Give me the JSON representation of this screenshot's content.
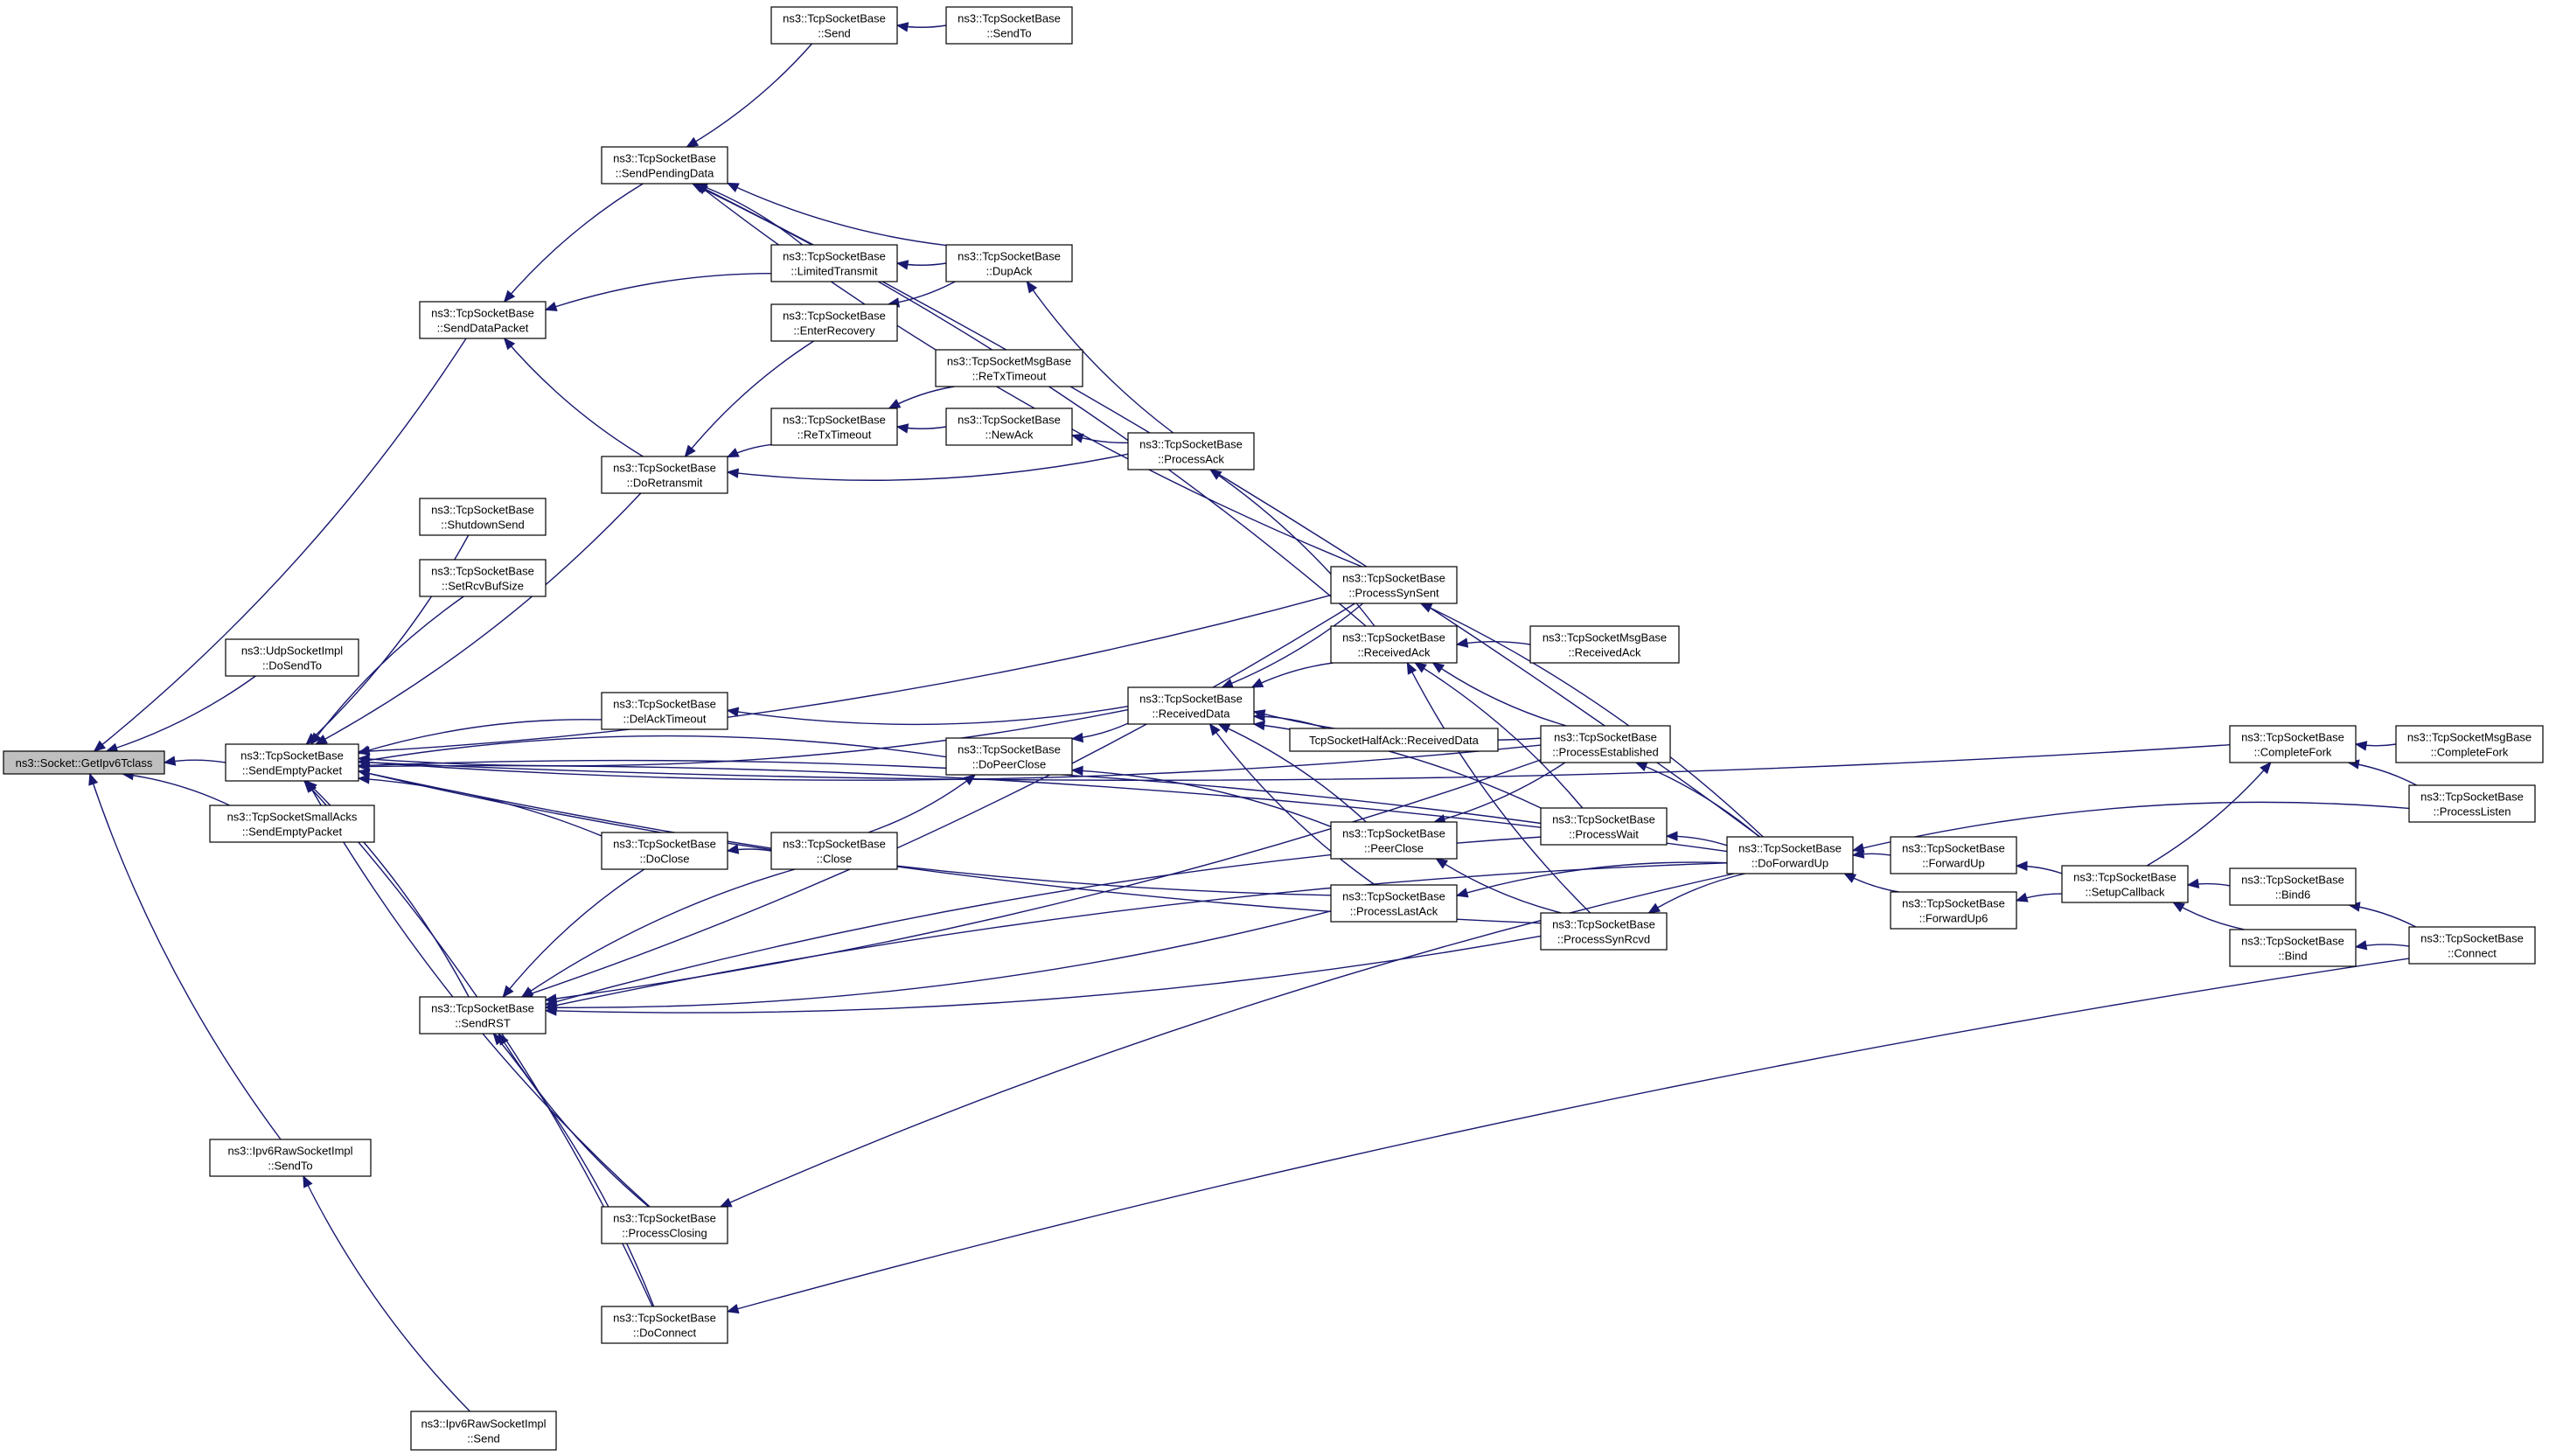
{
  "graph": {
    "colors": {
      "edge": "#191970",
      "node_border": "#000000",
      "root_fill": "#bfbfbf",
      "node_fill": "#ffffff"
    },
    "nodes": [
      {
        "id": "root",
        "lines": [
          "ns3::Socket::GetIpv6Tclass"
        ]
      },
      {
        "id": "udp_dosendto",
        "lines": [
          "ns3::UdpSocketImpl",
          "::DoSendTo"
        ]
      },
      {
        "id": "sendemptypacket",
        "lines": [
          "ns3::TcpSocketBase",
          "::SendEmptyPacket"
        ]
      },
      {
        "id": "smallacks",
        "lines": [
          "ns3::TcpSocketSmallAcks",
          "::SendEmptyPacket"
        ]
      },
      {
        "id": "ipv6raw_sendto",
        "lines": [
          "ns3::Ipv6RawSocketImpl",
          "::SendTo"
        ]
      },
      {
        "id": "ipv6raw_send",
        "lines": [
          "ns3::Ipv6RawSocketImpl",
          "::Send"
        ]
      },
      {
        "id": "senddatapacket",
        "lines": [
          "ns3::TcpSocketBase",
          "::SendDataPacket"
        ]
      },
      {
        "id": "shutdownsend",
        "lines": [
          "ns3::TcpSocketBase",
          "::ShutdownSend"
        ]
      },
      {
        "id": "setrcvbufsize",
        "lines": [
          "ns3::TcpSocketBase",
          "::SetRcvBufSize"
        ]
      },
      {
        "id": "sendrst",
        "lines": [
          "ns3::TcpSocketBase",
          "::SendRST"
        ]
      },
      {
        "id": "sendpendingdata",
        "lines": [
          "ns3::TcpSocketBase",
          "::SendPendingData"
        ]
      },
      {
        "id": "send",
        "lines": [
          "ns3::TcpSocketBase",
          "::Send"
        ]
      },
      {
        "id": "sendto",
        "lines": [
          "ns3::TcpSocketBase",
          "::SendTo"
        ]
      },
      {
        "id": "limitedtransmit",
        "lines": [
          "ns3::TcpSocketBase",
          "::LimitedTransmit"
        ]
      },
      {
        "id": "enterrecovery",
        "lines": [
          "ns3::TcpSocketBase",
          "::EnterRecovery"
        ]
      },
      {
        "id": "retxtimeout",
        "lines": [
          "ns3::TcpSocketBase",
          "::ReTxTimeout"
        ]
      },
      {
        "id": "doretransmit",
        "lines": [
          "ns3::TcpSocketBase",
          "::DoRetransmit"
        ]
      },
      {
        "id": "delacktimeout",
        "lines": [
          "ns3::TcpSocketBase",
          "::DelAckTimeout"
        ]
      },
      {
        "id": "doclose",
        "lines": [
          "ns3::TcpSocketBase",
          "::DoClose"
        ]
      },
      {
        "id": "processclosing",
        "lines": [
          "ns3::TcpSocketBase",
          "::ProcessClosing"
        ]
      },
      {
        "id": "doconnect",
        "lines": [
          "ns3::TcpSocketBase",
          "::DoConnect"
        ]
      },
      {
        "id": "dupack",
        "lines": [
          "ns3::TcpSocketBase",
          "::DupAck"
        ]
      },
      {
        "id": "msg_retxtimeout",
        "lines": [
          "ns3::TcpSocketMsgBase",
          "::ReTxTimeout"
        ]
      },
      {
        "id": "newack",
        "lines": [
          "ns3::TcpSocketBase",
          "::NewAck"
        ]
      },
      {
        "id": "dopeerclose",
        "lines": [
          "ns3::TcpSocketBase",
          "::DoPeerClose"
        ]
      },
      {
        "id": "close",
        "lines": [
          "ns3::TcpSocketBase",
          "::Close"
        ]
      },
      {
        "id": "processack",
        "lines": [
          "ns3::TcpSocketBase",
          "::ProcessAck"
        ]
      },
      {
        "id": "receiveddata",
        "lines": [
          "ns3::TcpSocketBase",
          "::ReceivedData"
        ]
      },
      {
        "id": "processsynsent",
        "lines": [
          "ns3::TcpSocketBase",
          "::ProcessSynSent"
        ]
      },
      {
        "id": "receivedack",
        "lines": [
          "ns3::TcpSocketBase",
          "::ReceivedAck"
        ]
      },
      {
        "id": "halfack",
        "lines": [
          "TcpSocketHalfAck::ReceivedData"
        ]
      },
      {
        "id": "peerclose",
        "lines": [
          "ns3::TcpSocketBase",
          "::PeerClose"
        ]
      },
      {
        "id": "processlastack",
        "lines": [
          "ns3::TcpSocketBase",
          "::ProcessLastAck"
        ]
      },
      {
        "id": "msg_receivedack",
        "lines": [
          "ns3::TcpSocketMsgBase",
          "::ReceivedAck"
        ]
      },
      {
        "id": "processestablished",
        "lines": [
          "ns3::TcpSocketBase",
          "::ProcessEstablished"
        ]
      },
      {
        "id": "processwait",
        "lines": [
          "ns3::TcpSocketBase",
          "::ProcessWait"
        ]
      },
      {
        "id": "processsynrcvd",
        "lines": [
          "ns3::TcpSocketBase",
          "::ProcessSynRcvd"
        ]
      },
      {
        "id": "doforwardup",
        "lines": [
          "ns3::TcpSocketBase",
          "::DoForwardUp"
        ]
      },
      {
        "id": "forwardup",
        "lines": [
          "ns3::TcpSocketBase",
          "::ForwardUp"
        ]
      },
      {
        "id": "forwardup6",
        "lines": [
          "ns3::TcpSocketBase",
          "::ForwardUp6"
        ]
      },
      {
        "id": "setupcallback",
        "lines": [
          "ns3::TcpSocketBase",
          "::SetupCallback"
        ]
      },
      {
        "id": "completefork",
        "lines": [
          "ns3::TcpSocketBase",
          "::CompleteFork"
        ]
      },
      {
        "id": "msg_completefork",
        "lines": [
          "ns3::TcpSocketMsgBase",
          "::CompleteFork"
        ]
      },
      {
        "id": "processlisten",
        "lines": [
          "ns3::TcpSocketBase",
          "::ProcessListen"
        ]
      },
      {
        "id": "bind6",
        "lines": [
          "ns3::TcpSocketBase",
          "::Bind6"
        ]
      },
      {
        "id": "bind",
        "lines": [
          "ns3::TcpSocketBase",
          "::Bind"
        ]
      },
      {
        "id": "connect",
        "lines": [
          "ns3::TcpSocketBase",
          "::Connect"
        ]
      }
    ],
    "edges": [
      [
        "udp_dosendto",
        "root"
      ],
      [
        "sendemptypacket",
        "root"
      ],
      [
        "smallacks",
        "root"
      ],
      [
        "ipv6raw_sendto",
        "root"
      ],
      [
        "senddatapacket",
        "root"
      ],
      [
        "ipv6raw_send",
        "ipv6raw_sendto"
      ],
      [
        "shutdownsend",
        "sendemptypacket"
      ],
      [
        "setrcvbufsize",
        "sendemptypacket"
      ],
      [
        "sendrst",
        "sendemptypacket"
      ],
      [
        "doretransmit",
        "sendemptypacket"
      ],
      [
        "delacktimeout",
        "sendemptypacket"
      ],
      [
        "doclose",
        "sendemptypacket"
      ],
      [
        "processclosing",
        "sendemptypacket"
      ],
      [
        "doconnect",
        "sendemptypacket"
      ],
      [
        "dopeerclose",
        "sendemptypacket"
      ],
      [
        "receiveddata",
        "sendemptypacket"
      ],
      [
        "processsynsent",
        "sendemptypacket"
      ],
      [
        "processlastack",
        "sendemptypacket"
      ],
      [
        "processestablished",
        "sendemptypacket"
      ],
      [
        "processwait",
        "sendemptypacket"
      ],
      [
        "processsynrcvd",
        "sendemptypacket"
      ],
      [
        "doforwardup",
        "sendemptypacket"
      ],
      [
        "completefork",
        "sendemptypacket"
      ],
      [
        "sendpendingdata",
        "senddatapacket"
      ],
      [
        "doretransmit",
        "senddatapacket"
      ],
      [
        "limitedtransmit",
        "senddatapacket"
      ],
      [
        "send",
        "sendpendingdata"
      ],
      [
        "limitedtransmit",
        "sendpendingdata"
      ],
      [
        "dupack",
        "sendpendingdata"
      ],
      [
        "processsynsent",
        "sendpendingdata"
      ],
      [
        "receivedack",
        "sendpendingdata"
      ],
      [
        "doforwardup",
        "sendpendingdata"
      ],
      [
        "sendto",
        "send"
      ],
      [
        "dupack",
        "limitedtransmit"
      ],
      [
        "dupack",
        "enterrecovery"
      ],
      [
        "processack",
        "dupack"
      ],
      [
        "enterrecovery",
        "doretransmit"
      ],
      [
        "retxtimeout",
        "doretransmit"
      ],
      [
        "processack",
        "doretransmit"
      ],
      [
        "msg_retxtimeout",
        "retxtimeout"
      ],
      [
        "newack",
        "retxtimeout"
      ],
      [
        "processack",
        "newack"
      ],
      [
        "receivedack",
        "processack"
      ],
      [
        "receiveddata",
        "delacktimeout"
      ],
      [
        "receiveddata",
        "dopeerclose"
      ],
      [
        "peerclose",
        "dopeerclose"
      ],
      [
        "close",
        "doclose"
      ],
      [
        "close",
        "dopeerclose"
      ],
      [
        "processsynsent",
        "receiveddata"
      ],
      [
        "receivedack",
        "receiveddata"
      ],
      [
        "halfack",
        "receiveddata"
      ],
      [
        "processestablished",
        "receiveddata"
      ],
      [
        "processwait",
        "receiveddata"
      ],
      [
        "peerclose",
        "receiveddata"
      ],
      [
        "processlastack",
        "receiveddata"
      ],
      [
        "msg_receivedack",
        "receivedack"
      ],
      [
        "processestablished",
        "receivedack"
      ],
      [
        "processwait",
        "receivedack"
      ],
      [
        "processsynrcvd",
        "receivedack"
      ],
      [
        "processestablished",
        "peerclose"
      ],
      [
        "processsynrcvd",
        "peerclose"
      ],
      [
        "doforwardup",
        "processsynsent"
      ],
      [
        "doforwardup",
        "processestablished"
      ],
      [
        "doforwardup",
        "processwait"
      ],
      [
        "doforwardup",
        "processsynrcvd"
      ],
      [
        "doforwardup",
        "processlastack"
      ],
      [
        "doforwardup",
        "processclosing"
      ],
      [
        "doclose",
        "sendrst"
      ],
      [
        "close",
        "sendrst"
      ],
      [
        "processsynsent",
        "sendrst"
      ],
      [
        "processlastack",
        "sendrst"
      ],
      [
        "processestablished",
        "sendrst"
      ],
      [
        "processwait",
        "sendrst"
      ],
      [
        "processsynrcvd",
        "sendrst"
      ],
      [
        "doforwardup",
        "sendrst"
      ],
      [
        "processclosing",
        "sendrst"
      ],
      [
        "doconnect",
        "sendrst"
      ],
      [
        "connect",
        "doconnect"
      ],
      [
        "forwardup",
        "doforwardup"
      ],
      [
        "forwardup6",
        "doforwardup"
      ],
      [
        "setupcallback",
        "forwardup"
      ],
      [
        "setupcallback",
        "forwardup6"
      ],
      [
        "setupcallback",
        "completefork"
      ],
      [
        "bind6",
        "setupcallback"
      ],
      [
        "bind",
        "setupcallback"
      ],
      [
        "msg_completefork",
        "completefork"
      ],
      [
        "processlisten",
        "completefork"
      ],
      [
        "processlisten",
        "doforwardup"
      ],
      [
        "connect",
        "bind6"
      ],
      [
        "connect",
        "bind"
      ]
    ]
  }
}
